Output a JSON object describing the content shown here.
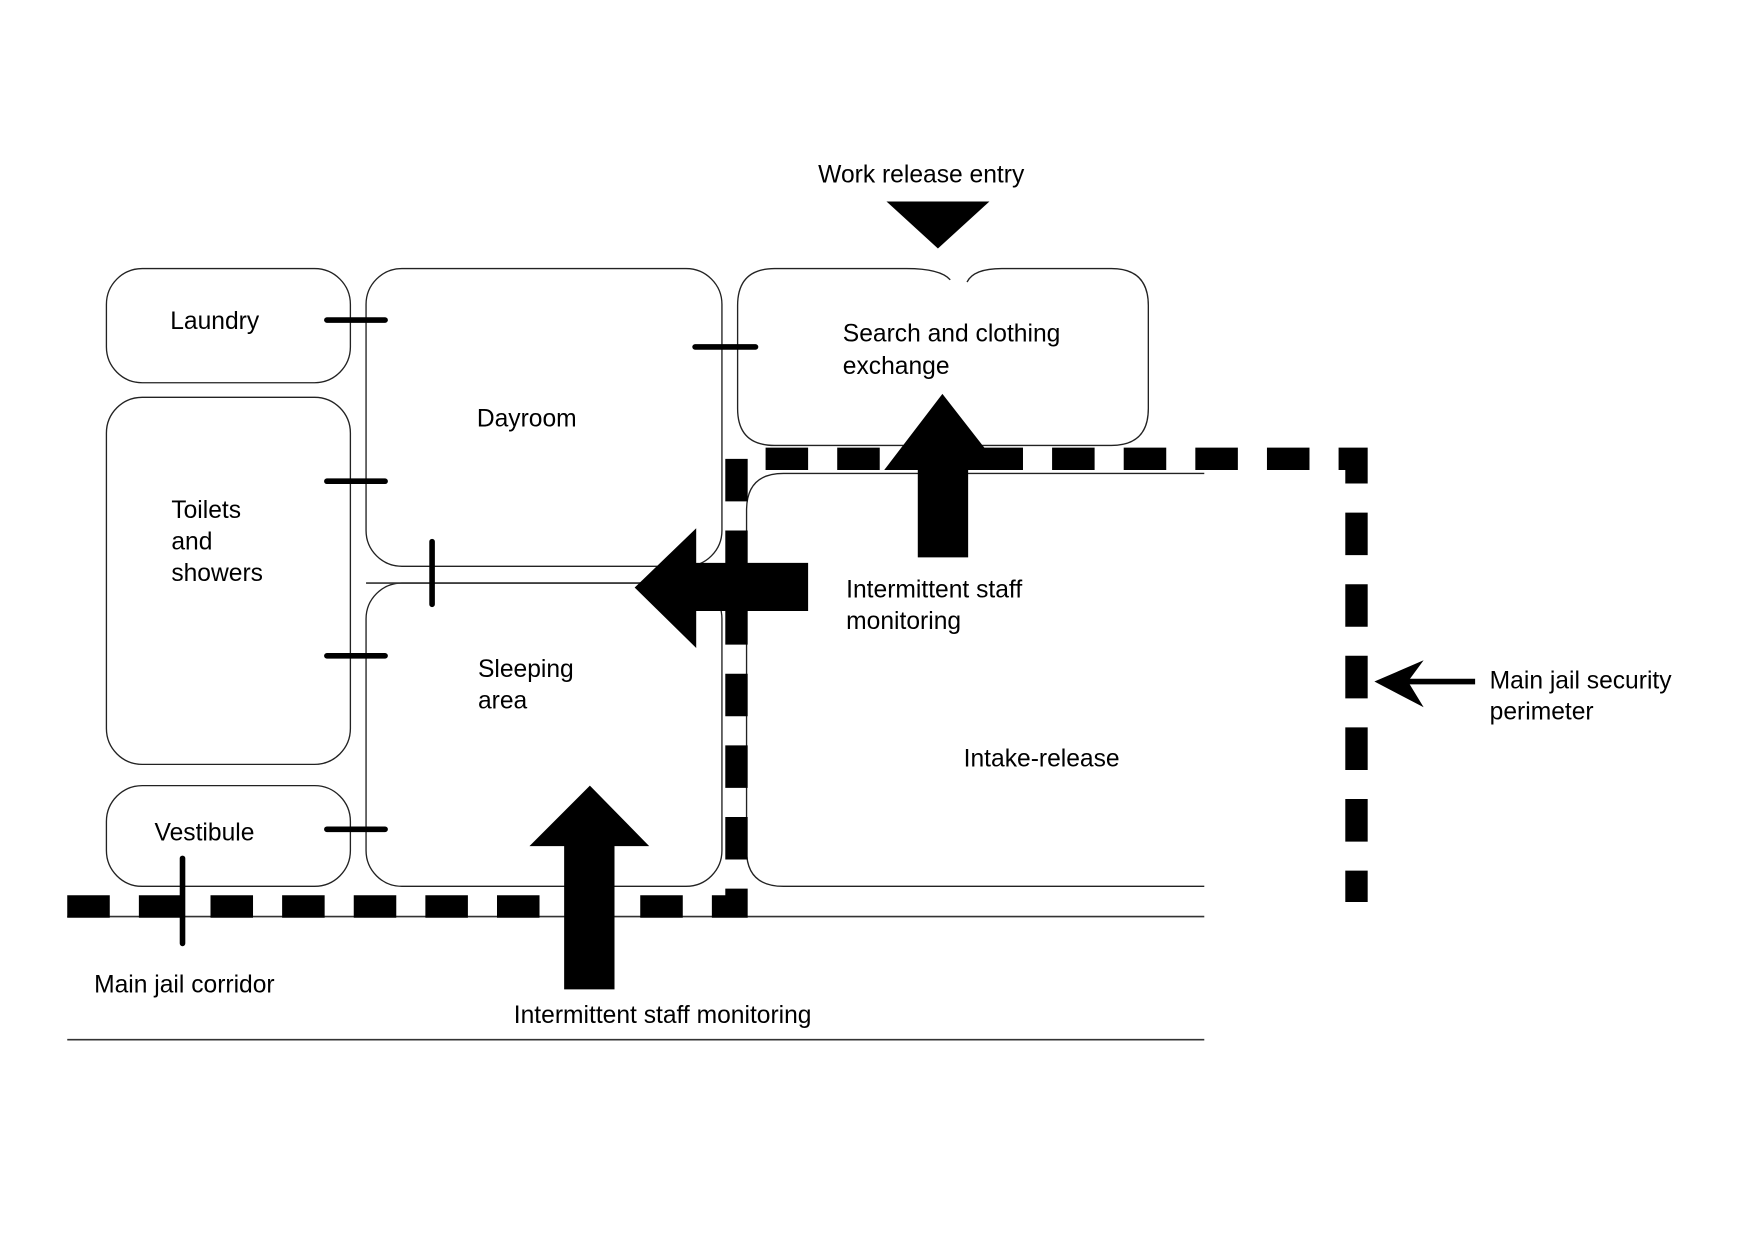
{
  "diagram": {
    "type": "floor-plan",
    "rooms": {
      "laundry": "Laundry",
      "toilets": [
        "Toilets",
        "and",
        "showers"
      ],
      "vestibule": "Vestibule",
      "dayroom": "Dayroom",
      "sleeping": [
        "Sleeping",
        "area"
      ],
      "search": [
        "Search and clothing",
        "exchange"
      ],
      "intake": "Intake-release"
    },
    "labels": {
      "work_release_entry": "Work release entry",
      "staff_monitoring_right": [
        "Intermittent staff",
        "monitoring"
      ],
      "staff_monitoring_bottom": "Intermittent staff monitoring",
      "main_corridor": "Main jail corridor",
      "perimeter": [
        "Main jail security",
        "perimeter"
      ]
    },
    "colors": {
      "ink": "#000000",
      "background": "#ffffff"
    }
  }
}
